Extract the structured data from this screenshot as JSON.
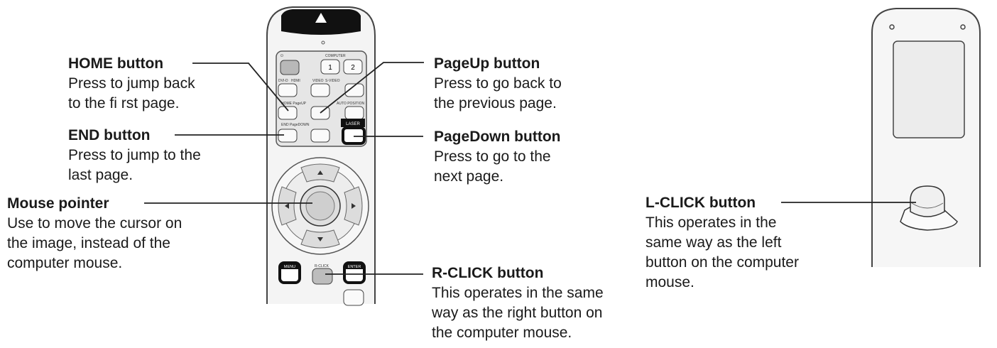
{
  "callouts": {
    "home": {
      "title": "HOME button",
      "desc": [
        "Press to jump back",
        "to the fi rst page."
      ]
    },
    "end": {
      "title": "END button",
      "desc": [
        "Press to jump to the",
        "last page."
      ]
    },
    "mouse": {
      "title": "Mouse pointer",
      "desc": [
        "Use to move the cursor on",
        "the image, instead of the",
        "computer mouse."
      ]
    },
    "pageup": {
      "title": "PageUp button",
      "desc": [
        "Press to go back to",
        "the previous page."
      ]
    },
    "pagedown": {
      "title": "PageDown button",
      "desc": [
        "Press to go to the",
        "next page."
      ]
    },
    "rclick": {
      "title": "R-CLICK button",
      "desc": [
        "This operates in the same",
        "way as the right button on",
        "the computer mouse."
      ]
    },
    "lclick": {
      "title": "L-CLICK button",
      "desc": [
        "This operates in the",
        "same way as the left",
        "button on the computer",
        "mouse."
      ]
    }
  },
  "remote_labels": {
    "computer": "COMPUTER",
    "btn1": "1",
    "btn2": "2",
    "dvi": "DVI-D",
    "hdmi": "HDMI",
    "video": "VIDEO",
    "svideo": "S-VIDEO",
    "home_pgup": "HOME PageUP",
    "auto_position": "AUTO POSITION",
    "end_pgdown": "END PageDOWN",
    "laser": "LASER",
    "menu": "MENU",
    "rclick": "R-CLICK",
    "enter": "ENTER"
  }
}
